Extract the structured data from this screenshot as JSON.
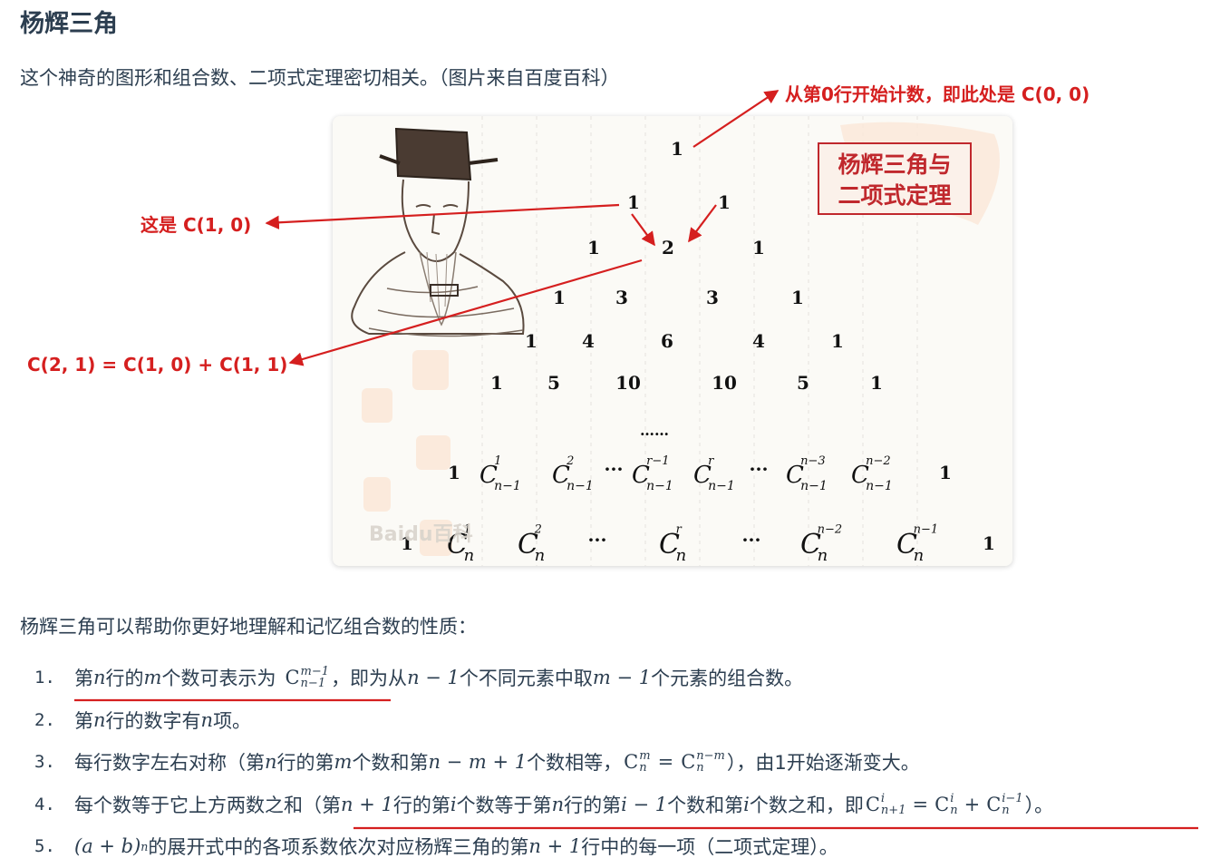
{
  "title": "杨辉三角",
  "intro": "这个神奇的图形和组合数、二项式定理密切相关。（图片来自百度百科）",
  "annotations": {
    "row_zero": "从第0行开始计数，即此处是 C(0, 0)",
    "c10": "这是 C(1, 0)",
    "c21": "C(2, 1) = C(1, 0) + C(1, 1)"
  },
  "figure": {
    "stamp_line1": "杨辉三角与",
    "stamp_line2": "二项式定理",
    "watermark": "Baidu百科",
    "rows": [
      [
        "1"
      ],
      [
        "1",
        "1"
      ],
      [
        "1",
        "2",
        "1"
      ],
      [
        "1",
        "3",
        "3",
        "1"
      ],
      [
        "1",
        "4",
        "6",
        "4",
        "1"
      ],
      [
        "1",
        "5",
        "10",
        "10",
        "5",
        "1"
      ]
    ],
    "ellipsis": "……",
    "row_n1": {
      "one": "1",
      "c": "C",
      "sub": "n−1",
      "sups": [
        "1",
        "2",
        "r−1",
        "r",
        "n−3",
        "n−2"
      ],
      "dots": "···"
    },
    "row_n": {
      "one": "1",
      "c": "C",
      "sub": "n",
      "sups": [
        "1",
        "2",
        "r",
        "n−2",
        "n−1"
      ],
      "dots": "···"
    }
  },
  "lead": "杨辉三角可以帮助你更好地理解和记忆组合数的性质：",
  "items": [
    {
      "index": "1.",
      "a": "第",
      "n": "n",
      "b": "行的",
      "m": "m",
      "c": "个数可表示为",
      "C": "C",
      "sup": "m−1",
      "sub": "n−1",
      "d": "，即为从",
      "expr1": "n − 1",
      "e": "个不同元素中取",
      "expr2": "m − 1",
      "f": "个元素的组合数。"
    },
    {
      "index": "2.",
      "a": "第",
      "n": "n",
      "b": "行的数字有",
      "n2": "n",
      "c": "项。"
    },
    {
      "index": "3.",
      "a": "每行数字左右对称（第",
      "n": "n",
      "b": "行的第",
      "m": "m",
      "c": "个数和第",
      "expr": "n − m + 1",
      "d": "个数相等，",
      "C1": "C",
      "sup1": "m",
      "sub1": "n",
      "eq": "=",
      "C2": "C",
      "sup2": "n−m",
      "sub2": "n",
      "e": "），由1开始逐渐变大。"
    },
    {
      "index": "4.",
      "a": "每个数等于它上方两数之和（第",
      "expr1": "n + 1",
      "b": "行的第",
      "i": "i",
      "c": "个数等于第",
      "n": "n",
      "d": "行的第",
      "expr2": "i − 1",
      "e": "个数和第",
      "i2": "i",
      "f": "个数之和，即",
      "C1": "C",
      "sup1": "i",
      "sub1": "n+1",
      "eq": "=",
      "C2": "C",
      "sup2": "i",
      "sub2": "n",
      "plus": "+",
      "C3": "C",
      "sup3": "i−1",
      "sub3": "n",
      "g": "）。"
    },
    {
      "index": "5.",
      "expr": "(a + b)",
      "pow": "n",
      "a": "的展开式中的各项系数依次对应杨辉三角的第",
      "expr2": "n + 1",
      "b": "行中的每一项（二项式定理）。"
    }
  ],
  "colors": {
    "accent": "#d51f1f",
    "text": "#2c3e50"
  }
}
